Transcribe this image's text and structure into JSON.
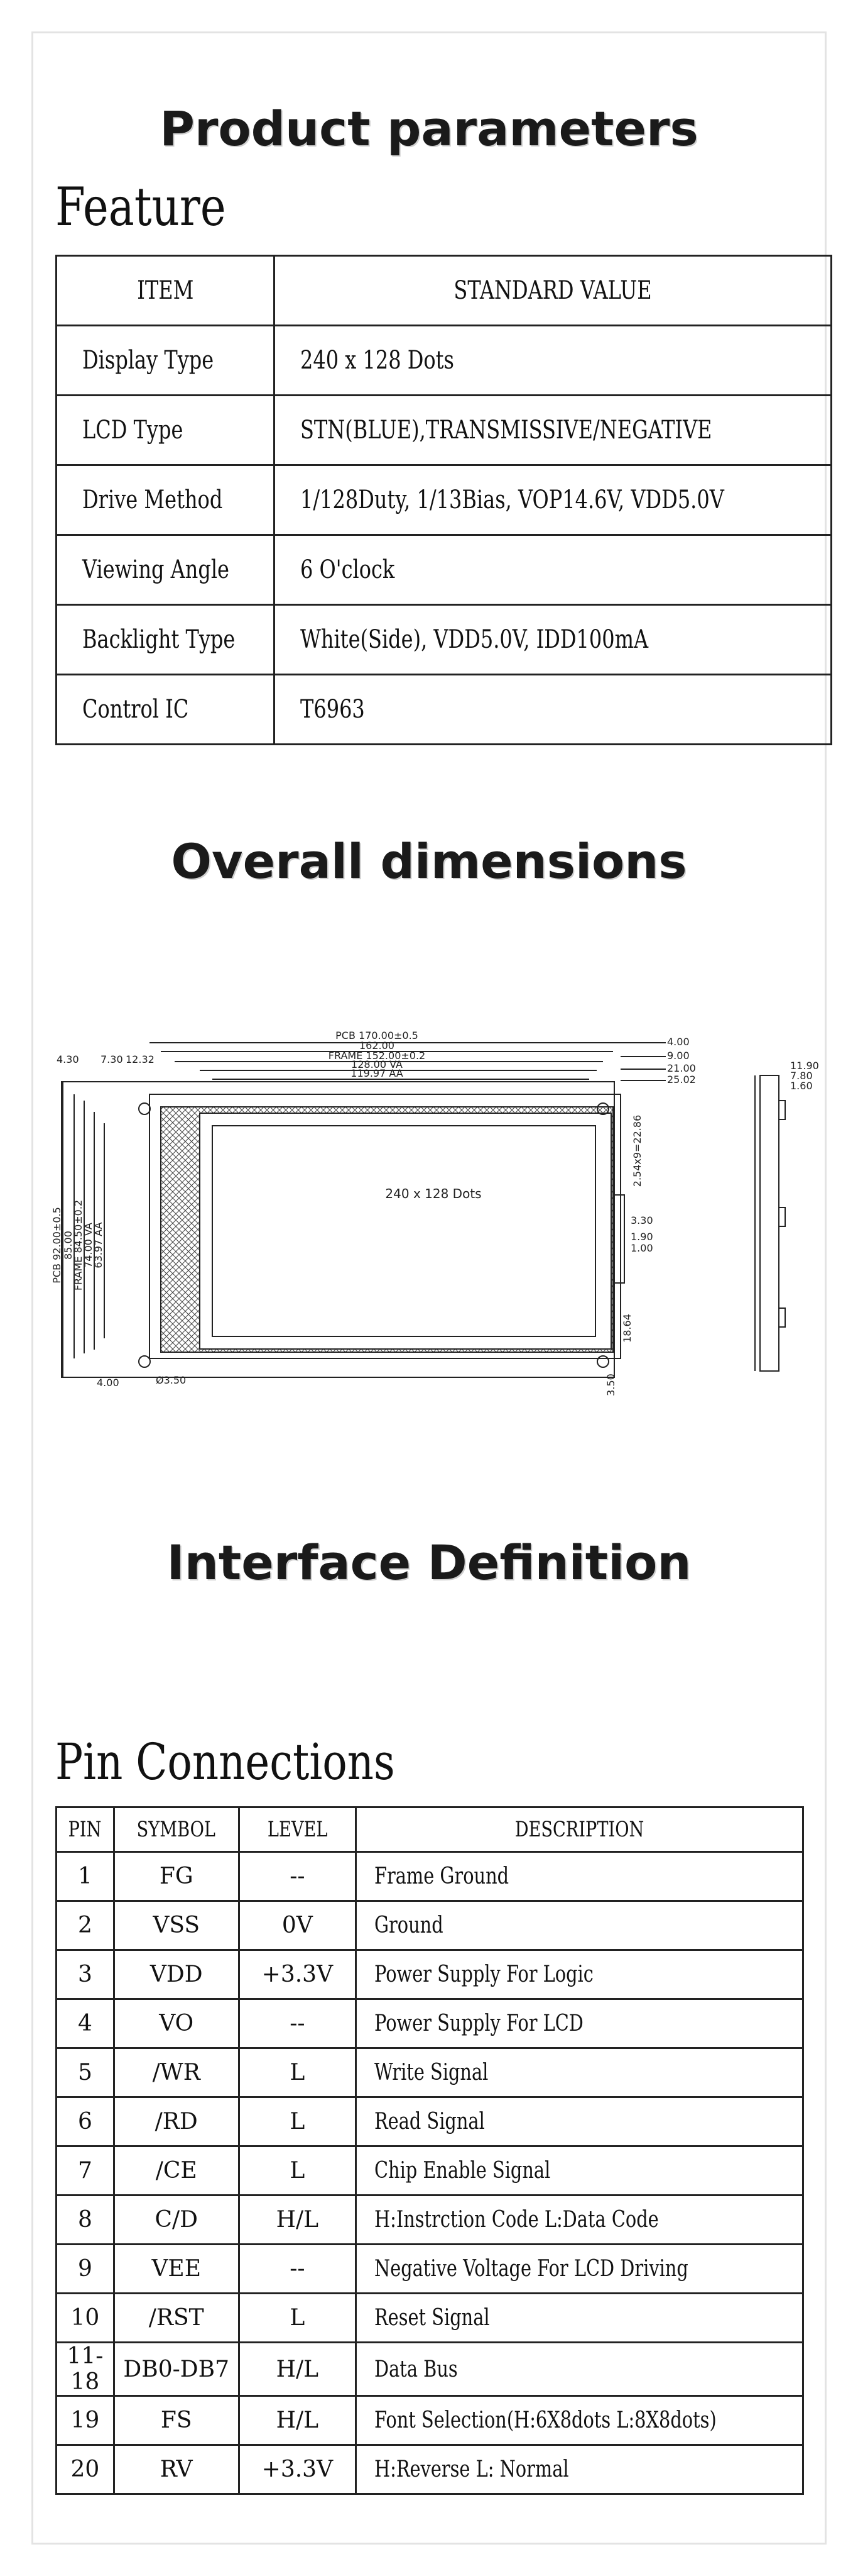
{
  "sections": {
    "product_parameters": "Product parameters",
    "feature_title": "Feature",
    "overall_dimensions": "Overall dimensions",
    "interface_definition": "Interface Definition",
    "pin_connections_title": "Pin Connections"
  },
  "feature_table": {
    "header": {
      "item": "ITEM",
      "value": "STANDARD VALUE"
    },
    "rows": [
      {
        "item": "Display Type",
        "value": "240 x 128 Dots"
      },
      {
        "item": "LCD Type",
        "value": "STN(BLUE),TRANSMISSIVE/NEGATIVE"
      },
      {
        "item": "Drive Method",
        "value": "1/128Duty, 1/13Bias, VOP14.6V, VDD5.0V"
      },
      {
        "item": "Viewing Angle",
        "value": "6 O'clock"
      },
      {
        "item": "Backlight Type",
        "value": "White(Side), VDD5.0V, IDD100mA"
      },
      {
        "item": "Control IC",
        "value": "T6963"
      }
    ]
  },
  "drawing": {
    "display_label": "240 x 128 Dots",
    "pcb_width": "PCB 170.00±0.5",
    "w162": "162.00",
    "frame_width": "FRAME 152.00±0.2",
    "va_width": "128.00 VA",
    "aa_width": "119.97 AA",
    "r4": "4.00",
    "r9": "9.00",
    "r21": "21.00",
    "r25": "25.02",
    "l430": "4.30",
    "l730": "7.30",
    "l1232": "12.32",
    "pcb_height": "PCB 92.00±0.5",
    "h85": "85.00",
    "frame_height": "FRAME 84.50±0.2",
    "va_height": "74.00 VA",
    "aa_height": "63.97 AA",
    "pitch": "2.54x9=22.86",
    "r330": "3.30",
    "r190": "1.90",
    "r100": "1.00",
    "b1864": "18.64",
    "b350": "3.50",
    "b400": "4.00",
    "hole": "Ø3.50",
    "side_1190": "11.90",
    "side_780": "7.80",
    "side_160": "1.60"
  },
  "pin_table": {
    "header": {
      "pin": "PIN",
      "symbol": "SYMBOL",
      "level": "LEVEL",
      "description": "DESCRIPTION"
    },
    "rows": [
      {
        "pin": "1",
        "symbol": "FG",
        "level": "--",
        "description": "Frame Ground"
      },
      {
        "pin": "2",
        "symbol": "VSS",
        "level": "0V",
        "description": "Ground"
      },
      {
        "pin": "3",
        "symbol": "VDD",
        "level": "+3.3V",
        "description": "Power Supply For Logic"
      },
      {
        "pin": "4",
        "symbol": "VO",
        "level": "--",
        "description": "Power Supply For LCD"
      },
      {
        "pin": "5",
        "symbol": "/WR",
        "level": "L",
        "description": "Write Signal"
      },
      {
        "pin": "6",
        "symbol": "/RD",
        "level": "L",
        "description": "Read Signal"
      },
      {
        "pin": "7",
        "symbol": "/CE",
        "level": "L",
        "description": "Chip Enable Signal"
      },
      {
        "pin": "8",
        "symbol": "C/D",
        "level": "H/L",
        "description": "H:Instrction Code  L:Data Code"
      },
      {
        "pin": "9",
        "symbol": "VEE",
        "level": "--",
        "description": "Negative Voltage For LCD Driving"
      },
      {
        "pin": "10",
        "symbol": "/RST",
        "level": "L",
        "description": "Reset Signal"
      },
      {
        "pin": "11-18",
        "symbol": "DB0-DB7",
        "level": "H/L",
        "description": "Data Bus"
      },
      {
        "pin": "19",
        "symbol": "FS",
        "level": "H/L",
        "description": "Font Selection(H:6X8dots L:8X8dots)"
      },
      {
        "pin": "20",
        "symbol": "RV",
        "level": "+3.3V",
        "description": "H:Reverse L: Normal"
      }
    ]
  }
}
